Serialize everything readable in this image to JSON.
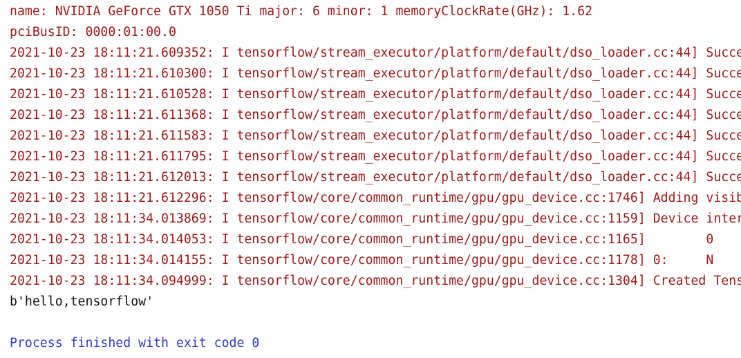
{
  "console": {
    "colors": {
      "background": "#ffffff",
      "stderr": "#A01A1A",
      "stdout": "#111111",
      "system": "#2F3BC3"
    },
    "lines": [
      {
        "stream": "stderr",
        "text": "name: NVIDIA GeForce GTX 1050 Ti major: 6 minor: 1 memoryClockRate(GHz): 1.62"
      },
      {
        "stream": "stderr",
        "text": "pciBusID: 0000:01:00.0"
      },
      {
        "stream": "stderr",
        "text": "2021-10-23 18:11:21.609352: I tensorflow/stream_executor/platform/default/dso_loader.cc:44] Succe"
      },
      {
        "stream": "stderr",
        "text": "2021-10-23 18:11:21.610300: I tensorflow/stream_executor/platform/default/dso_loader.cc:44] Succe"
      },
      {
        "stream": "stderr",
        "text": "2021-10-23 18:11:21.610528: I tensorflow/stream_executor/platform/default/dso_loader.cc:44] Succe"
      },
      {
        "stream": "stderr",
        "text": "2021-10-23 18:11:21.611368: I tensorflow/stream_executor/platform/default/dso_loader.cc:44] Succe"
      },
      {
        "stream": "stderr",
        "text": "2021-10-23 18:11:21.611583: I tensorflow/stream_executor/platform/default/dso_loader.cc:44] Succe"
      },
      {
        "stream": "stderr",
        "text": "2021-10-23 18:11:21.611795: I tensorflow/stream_executor/platform/default/dso_loader.cc:44] Succe"
      },
      {
        "stream": "stderr",
        "text": "2021-10-23 18:11:21.612013: I tensorflow/stream_executor/platform/default/dso_loader.cc:44] Succe"
      },
      {
        "stream": "stderr",
        "text": "2021-10-23 18:11:21.612296: I tensorflow/core/common_runtime/gpu/gpu_device.cc:1746] Adding visib"
      },
      {
        "stream": "stderr",
        "text": "2021-10-23 18:11:34.013869: I tensorflow/core/common_runtime/gpu/gpu_device.cc:1159] Device inter"
      },
      {
        "stream": "stderr",
        "text": "2021-10-23 18:11:34.014053: I tensorflow/core/common_runtime/gpu/gpu_device.cc:1165]        0"
      },
      {
        "stream": "stderr",
        "text": "2021-10-23 18:11:34.014155: I tensorflow/core/common_runtime/gpu/gpu_device.cc:1178] 0:     N"
      },
      {
        "stream": "stderr",
        "text": "2021-10-23 18:11:34.094999: I tensorflow/core/common_runtime/gpu/gpu_device.cc:1304] Created Tens"
      },
      {
        "stream": "stdout",
        "text": "b'hello,tensorflow'"
      },
      {
        "stream": "stdout",
        "text": ""
      },
      {
        "stream": "system",
        "text": "Process finished with exit code 0"
      }
    ]
  }
}
